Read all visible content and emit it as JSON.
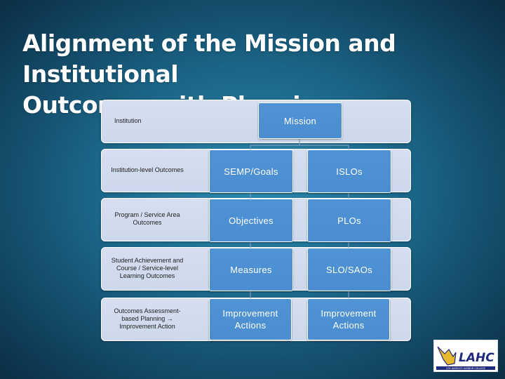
{
  "title_line1": "Alignment of the Mission and Institutional",
  "title_line2": "Outcomes with Planning",
  "rows": [
    {
      "label": "Institution",
      "boxes": [
        "Mission"
      ]
    },
    {
      "label": "Institution-level Outcomes",
      "boxes": [
        "SEMP/Goals",
        "ISLOs"
      ]
    },
    {
      "label": "Program / Service Area Outcomes",
      "boxes": [
        "Objectives",
        "PLOs"
      ]
    },
    {
      "label": "Student Achievement and Course / Service-level Learning Outcomes",
      "boxes": [
        "Measures",
        "SLO/SAOs"
      ]
    },
    {
      "label": "Outcomes Assessment-based Planning → Improvement Action",
      "boxes": [
        "Improvement Actions",
        "Improvement Actions"
      ]
    }
  ],
  "logo": {
    "text": "LAHC",
    "subtext": "LOS ANGELES HARBOR COLLEGE",
    "colors": {
      "navy": "#1f2a7a",
      "gold": "#e6b82e",
      "white": "#ffffff"
    }
  },
  "colors": {
    "band": "#d3dcef",
    "box": "#4e91d4",
    "connector": "#7f9cc4"
  }
}
